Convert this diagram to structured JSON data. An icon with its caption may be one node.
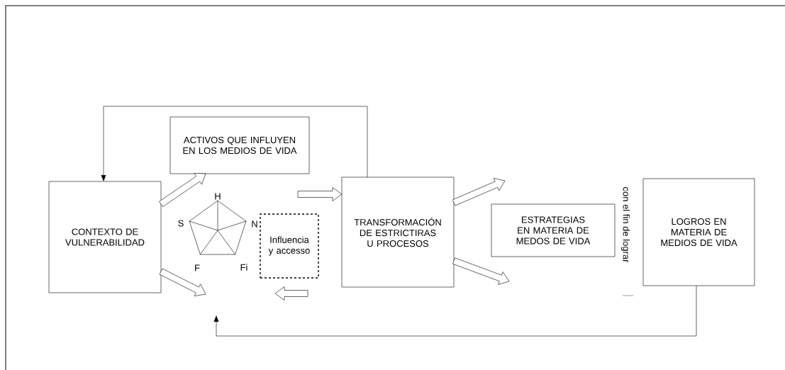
{
  "diagram": {
    "nodes": [
      {
        "text": [
          "CONTEXTO DE VULNERABILIDAD"
        ]
      },
      {
        "text": [
          "ACTIVOS QUE INFLUYEN EN LOS MEDIOS DE VIDA"
        ]
      },
      {
        "text": [],
        "shape": "pentagon"
      },
      {
        "text": [
          "Influencia y accesso"
        ]
      },
      {
        "text": [
          "TRANSFORMACIÓN DE ESTRICTIRAS U PROCESOS"
        ]
      },
      {
        "text": [
          "ESTRATEGIAS EN MATERIA DE MEDOS DE VIDA"
        ]
      },
      {
        "text": [
          "LOGROS EN MATERIA DE MEDIOS DE VIDA"
        ]
      }
    ],
    "edges": [
      {
        "from": 0,
        "to": 1,
        "arrow": "to",
        "style": "thick"
      },
      {
        "from": 0,
        "to": null,
        "arrow": "to",
        "style": "thick"
      },
      {
        "from": 4,
        "to": null,
        "arrow": "to",
        "style": "thick"
      },
      {
        "from": 4,
        "to": null,
        "arrow": "to",
        "style": "thick"
      },
      {
        "from": null,
        "to": 4,
        "arrow": "to",
        "style": "thick"
      },
      {
        "from": 4,
        "to": 0,
        "arrow": "to"
      },
      {
        "from": 6,
        "to": null,
        "arrow": "to"
      }
    ],
    "labels": [
      "H",
      "S",
      "N",
      "F",
      "Fi",
      "con el fin de lograr"
    ]
  }
}
